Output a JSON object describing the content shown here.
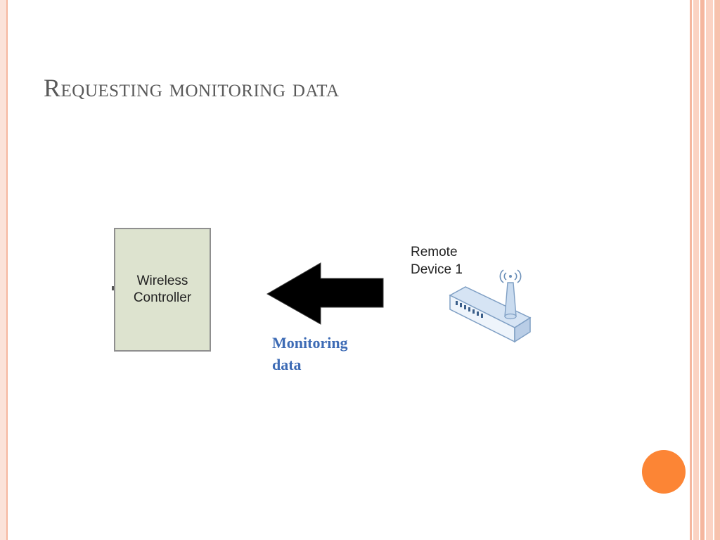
{
  "slide": {
    "title": "Requesting monitoring data"
  },
  "diagram": {
    "controller": {
      "line1": "Wireless",
      "line2": "Controller"
    },
    "remote_device": {
      "line1": "Remote",
      "line2": "Device 1"
    },
    "arrow_caption": {
      "line1": "Monitoring",
      "line2": "data"
    }
  },
  "colors": {
    "accent": "#fc8535",
    "caption": "#3d6bb5",
    "controller_fill": "#dde3cf",
    "border_stripes": "#f5b79f"
  },
  "icons": {
    "arrow": "left-arrow-icon",
    "device": "wireless-router-icon"
  }
}
